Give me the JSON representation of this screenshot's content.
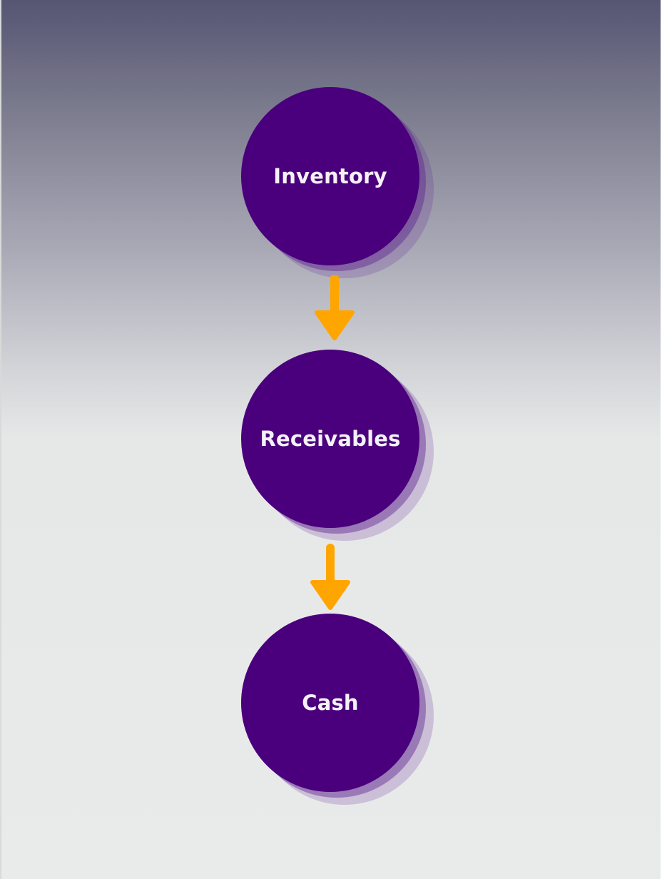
{
  "diagram": {
    "nodes": [
      {
        "label": "Inventory"
      },
      {
        "label": "Receivables"
      },
      {
        "label": "Cash"
      }
    ],
    "colors": {
      "node_fill": "#4a007c",
      "node_text": "#f4f1f7",
      "arrow": "#ffa500",
      "background_top": "#565573",
      "background_bottom": "#e9ebeb"
    }
  }
}
